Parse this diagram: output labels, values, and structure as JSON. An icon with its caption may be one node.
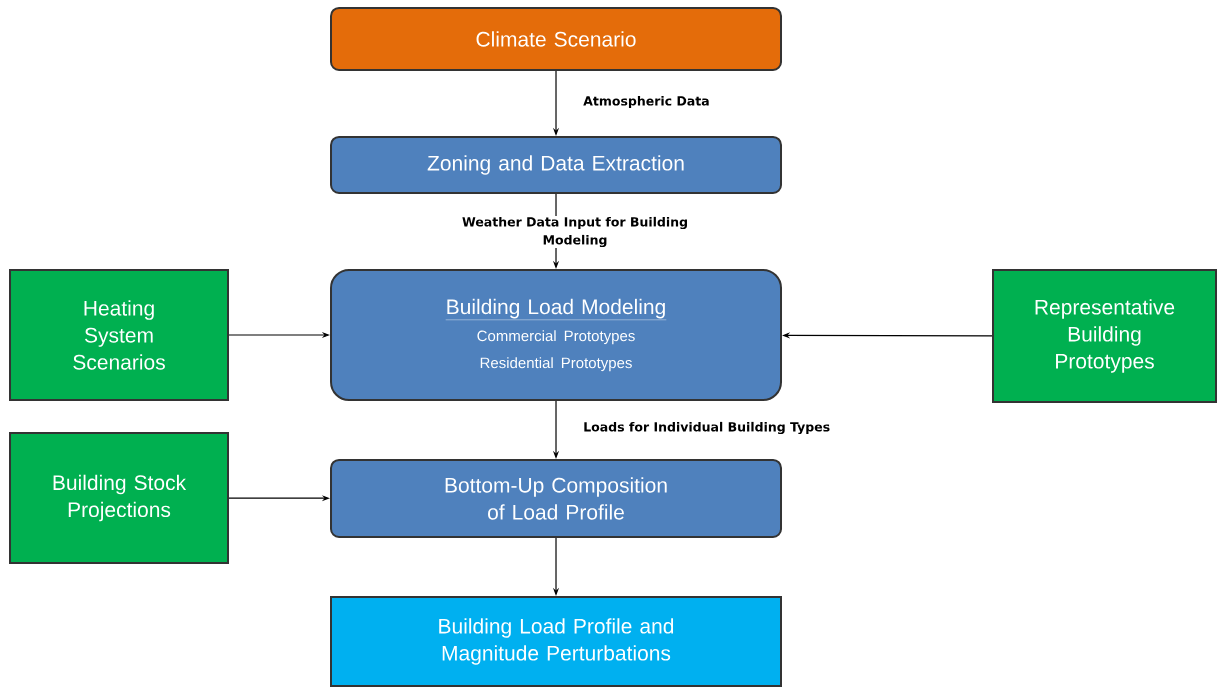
{
  "diagram": {
    "nodes": [
      {
        "text": [
          "Climate Scenario"
        ]
      },
      {
        "text": [
          "Zoning and Data Extraction"
        ]
      },
      {
        "text": [
          "Building Load Modeling",
          "Commercial Prototypes",
          "Residential Prototypes"
        ]
      },
      {
        "text": [
          "Heating System Scenarios"
        ]
      },
      {
        "text": [
          "Representative Building Prototypes"
        ]
      },
      {
        "text": [
          "Building Stock Projections"
        ]
      },
      {
        "text": [
          "Bottom-Up Composition of Load Profile"
        ]
      },
      {
        "text": [
          "Building Load Profile and Magnitude Perturbations"
        ]
      }
    ],
    "edges": [
      {
        "from": 0,
        "to": 1,
        "arrow": "to",
        "label": "Atmospheric Data"
      },
      {
        "from": 1,
        "to": 2,
        "arrow": "to",
        "label": "Weather Data Input for Building Modeling"
      },
      {
        "from": 3,
        "to": 2,
        "arrow": "to"
      },
      {
        "from": 4,
        "to": 2,
        "arrow": "to"
      },
      {
        "from": 2,
        "to": 6,
        "arrow": "to",
        "label": "Loads for Individual Building Types"
      },
      {
        "from": 5,
        "to": 6,
        "arrow": "to"
      },
      {
        "from": 6,
        "to": 7,
        "arrow": "to"
      }
    ]
  }
}
